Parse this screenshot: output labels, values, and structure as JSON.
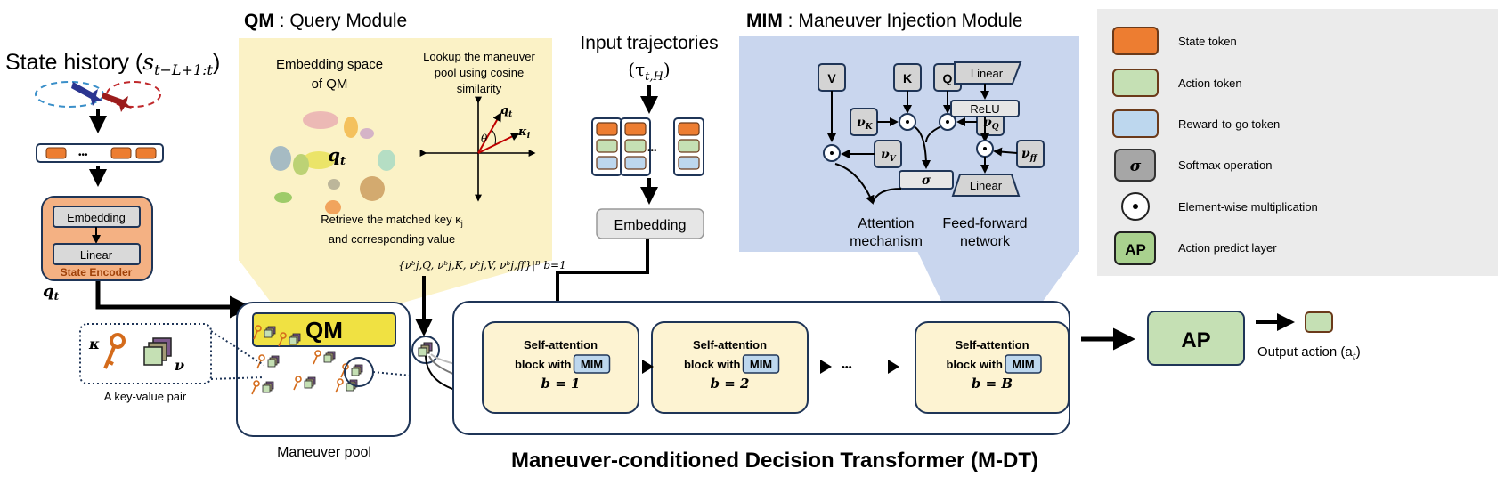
{
  "state_history": {
    "label": "State history (",
    "symbol": "s",
    "subscript": "t−L+1:t",
    "close": ")"
  },
  "state_encoder": {
    "embedding": "Embedding",
    "linear": "Linear",
    "title": "State Encoder",
    "token_dots": "•••",
    "output_symbol": "q",
    "output_sub": "t"
  },
  "qm_panel": {
    "title_bold": "QM",
    "title_rest": " : Query Module",
    "embedding_space": [
      "Embedding space",
      "of QM"
    ],
    "query_symbol": "q",
    "query_sub": "t",
    "lookup": [
      "Lookup the maneuver",
      "pool using cosine",
      "similarity"
    ],
    "vector_q": "q",
    "vector_q_sub": "t",
    "vector_k": "κ",
    "vector_k_sub": "i",
    "theta": "θ",
    "retrieve": [
      "Retrieve the matched key κ",
      "and corresponding value"
    ],
    "retrieve_sub": "j"
  },
  "maneuver_pool": {
    "qm_label": "QM",
    "caption": "Maneuver pool"
  },
  "key_value": {
    "key_symbol": "κ",
    "value_symbol": "ν",
    "caption": "A key-value pair"
  },
  "injection_set": "{νᵇj,Q, νᵇj,K, νᵇj,V, νᵇj,ff}|ᴮ b=1",
  "input_trajectories": {
    "label": "Input trajectories",
    "symbol": "(τ",
    "sub": "t,H",
    "close": ")",
    "dots": "•••",
    "embedding": "Embedding"
  },
  "mim_panel": {
    "title_bold": "MIM",
    "title_rest": " : Maneuver Injection Module",
    "v": "V",
    "k": "K",
    "q": "Q",
    "nu": "ν",
    "nu_k": "K",
    "nu_q": "Q",
    "nu_v": "V",
    "nu_ff": "ff",
    "sigma": "σ",
    "attention": [
      "Attention",
      "mechanism"
    ],
    "linear_top": "Linear",
    "relu": "ReLU",
    "linear_bottom": "Linear",
    "ffn": [
      "Feed-forward",
      "network"
    ]
  },
  "mdt": {
    "title": "Maneuver-conditioned Decision Transformer (M-DT)",
    "blocks": [
      {
        "line1": "Self-attention",
        "line2": "block with",
        "mim": "MIM",
        "index": "b = 1"
      },
      {
        "line1": "Self-attention",
        "line2": "block with",
        "mim": "MIM",
        "index": "b = 2"
      },
      {
        "line1": "Self-attention",
        "line2": "block with",
        "mim": "MIM",
        "index": "b = B"
      }
    ],
    "dots": "•••"
  },
  "ap": {
    "label": "AP",
    "output": "Output action (a",
    "output_sub": "t",
    "output_close": ")"
  },
  "legend": {
    "items": [
      {
        "label": "State token",
        "color": "#ed7d31"
      },
      {
        "label": "Action token",
        "color": "#c5e0b4"
      },
      {
        "label": "Reward-to-go token",
        "color": "#bdd7ee"
      },
      {
        "label": "Softmax operation",
        "symbol": "σ"
      },
      {
        "label": "Element-wise multiplication"
      },
      {
        "label": "Action predict layer",
        "symbol": "AP"
      }
    ]
  },
  "colors": {
    "qm_panel": "#fbf2c6",
    "mim_panel": "#c9d6ee",
    "state_encoder": "#f4b183",
    "qm_box": "#f0e142",
    "block": "#fdf3d2",
    "ap": "#c5e0b4",
    "navy": "#1f3557",
    "legend_bg": "#ebebeb"
  }
}
